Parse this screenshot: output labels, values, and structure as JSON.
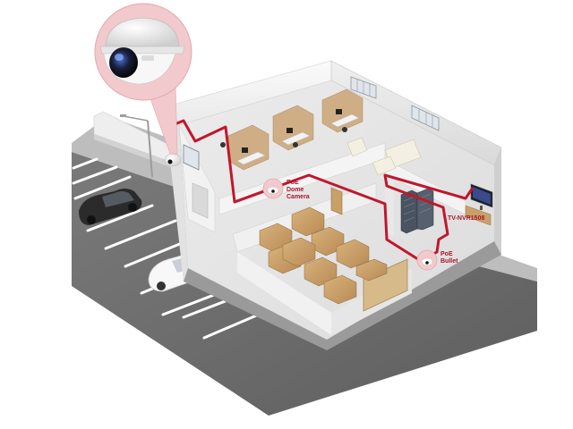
{
  "labels": {
    "poe_dome_camera": [
      "PoE",
      "Dome",
      "Camera"
    ],
    "poe_bullet": [
      "PoE",
      "Bullet"
    ],
    "nvr": "TV-NVR1508"
  },
  "colors": {
    "cable": "#c0172c",
    "zoom_bubble": "#f2c9cc",
    "ground": "#6c6c6c",
    "floor": "#e4e4e4",
    "wall": "#f5f5f5",
    "box": "#c9a06a",
    "text_accent": "#a8172a"
  },
  "icons": [
    "dome-camera-icon",
    "bullet-camera-icon",
    "nvr-server-icon",
    "monitor-icon",
    "car-icon",
    "lamp-post-icon"
  ]
}
